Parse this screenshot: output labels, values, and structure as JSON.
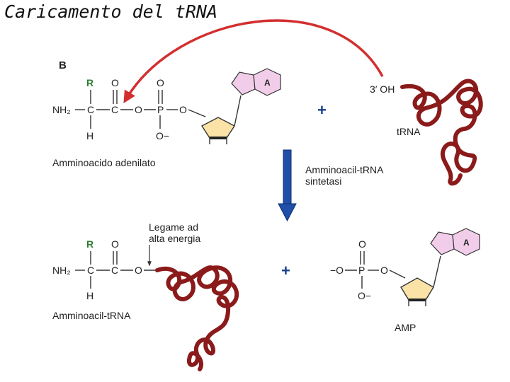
{
  "title": "Caricamento del tRNA",
  "panel_label": "B",
  "colors": {
    "arrow_red": "#d32f2f",
    "arrow_blue": "#1f4fa8",
    "trna": "#8b1a1a",
    "base_fill": "#f2cdea",
    "ribose_fill": "#fbe3a8",
    "r_group": "#2e7d32"
  },
  "top_molecule": {
    "R": "R",
    "O_carbonyl": "O",
    "O_phosphate_top": "O",
    "NH2": "NH₂",
    "C_alpha": "C",
    "C_carbonyl": "C",
    "O_bridge1": "O",
    "P": "P",
    "O_bridge2": "O",
    "H": "H",
    "O_minus": "O−",
    "base": "A",
    "caption": "Amminoacido adenilato"
  },
  "plus_signs": [
    "+",
    "+"
  ],
  "trna_top": {
    "end_label": "3′ OH",
    "name": "tRNA"
  },
  "enzyme_label": [
    "Amminoacil-tRNA",
    "sintetasi"
  ],
  "bottom_molecule": {
    "R": "R",
    "O_carbonyl": "O",
    "NH2": "NH₂",
    "C_alpha": "C",
    "C_carbonyl": "C",
    "O_ester": "O",
    "H": "H",
    "bond_label": [
      "Legame ad",
      "alta energia"
    ],
    "caption": "Amminoacil-tRNA"
  },
  "amp": {
    "O_top": "O",
    "O_left": "−O",
    "P": "P",
    "O_right": "O",
    "O_minus": "O−",
    "base": "A",
    "caption": "AMP"
  }
}
